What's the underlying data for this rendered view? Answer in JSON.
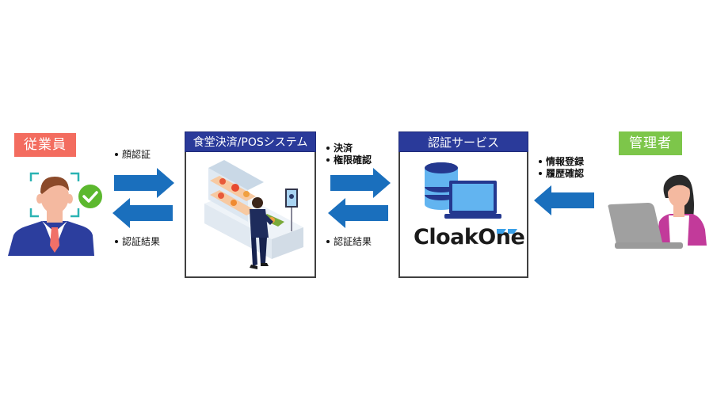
{
  "actors": {
    "employee": {
      "label": "従業員",
      "color": "#f36c5f",
      "icon": "employee-face-auth-icon"
    },
    "admin": {
      "label": "管理者",
      "color": "#7dc64a",
      "icon": "admin-laptop-icon"
    }
  },
  "systems": {
    "pos": {
      "title": "食堂決済/POSシステム",
      "icon": "cafeteria-pos-illustration"
    },
    "auth": {
      "title": "認証サービス",
      "icon": "database-laptop-icon",
      "logo": "CloakOne"
    }
  },
  "flows": {
    "employee_to_pos": {
      "items": [
        "顔認証"
      ]
    },
    "pos_to_employee": {
      "items": [
        "認証結果"
      ]
    },
    "pos_to_auth": {
      "items": [
        "決済",
        "権限確認"
      ]
    },
    "auth_to_pos": {
      "items": [
        "認証結果"
      ]
    },
    "admin_to_auth": {
      "items": [
        "情報登録",
        "履歴確認"
      ]
    }
  },
  "colors": {
    "arrow": "#1a6fbd",
    "header": "#2a3a9a",
    "check": "#5cb82e",
    "face_frame": "#2bb3b3"
  }
}
